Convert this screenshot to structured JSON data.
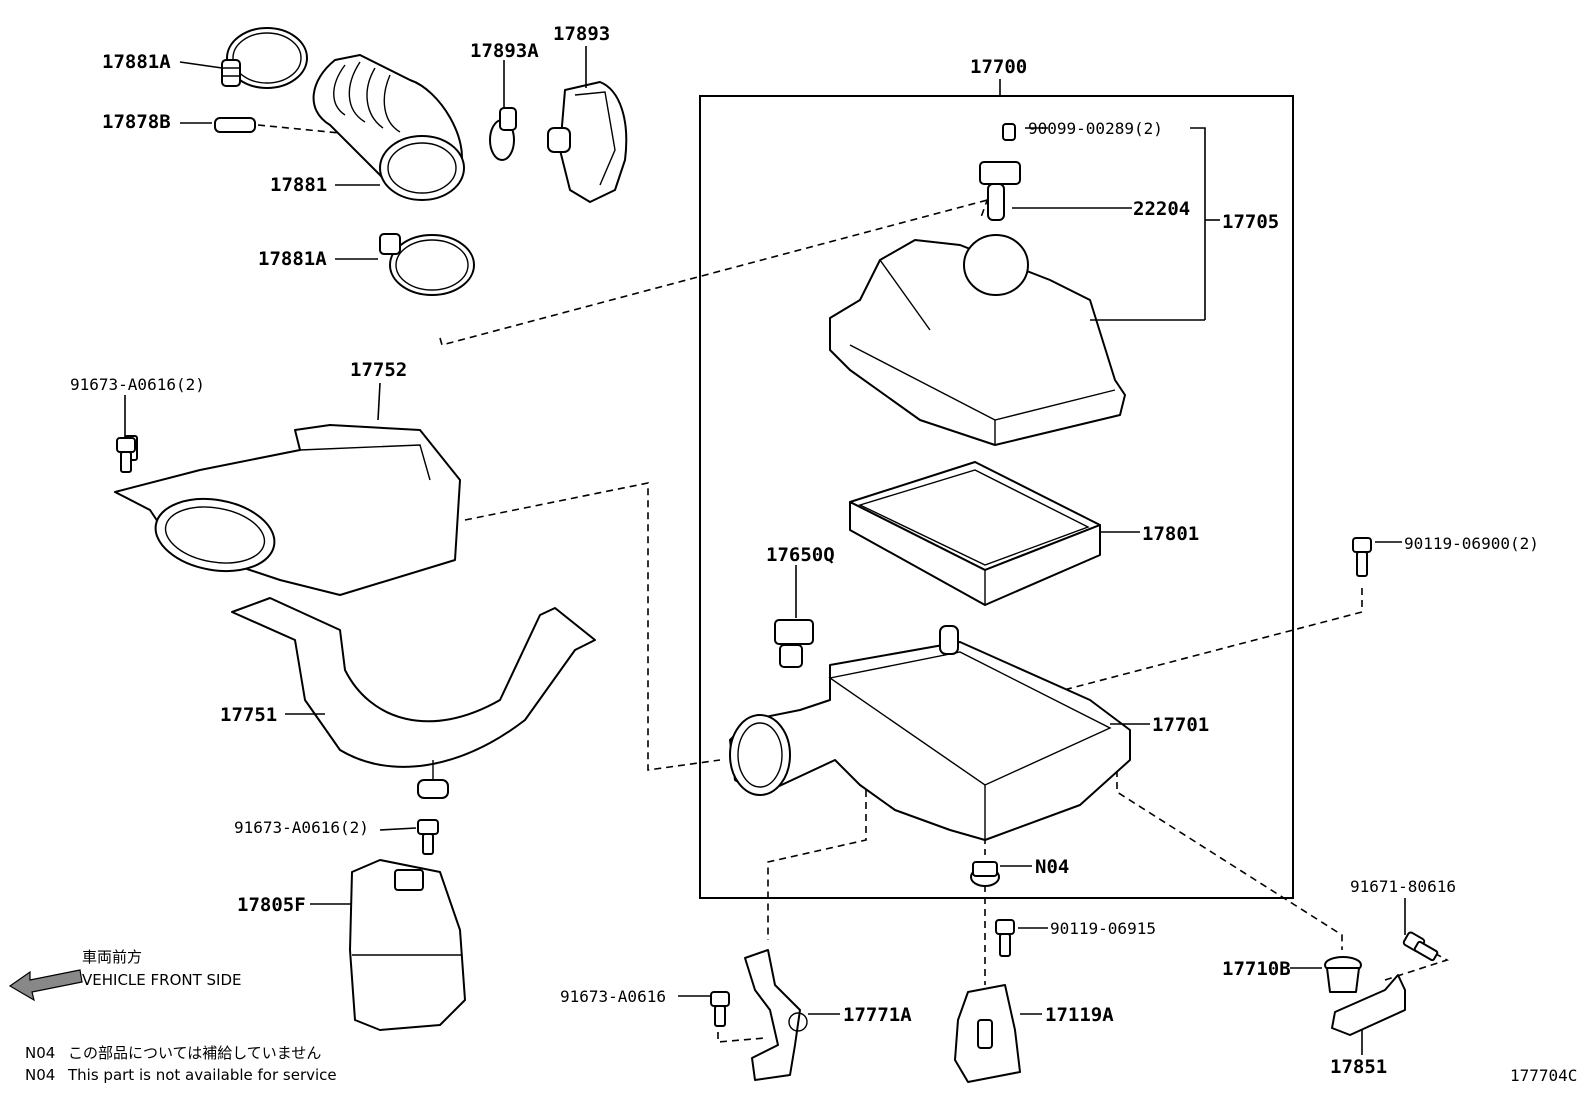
{
  "labels": {
    "p17881A_top": "17881A",
    "p17878B": "17878B",
    "p17881": "17881",
    "p17881A_bottom": "17881A",
    "p17893A": "17893A",
    "p17893": "17893",
    "p17700": "17700",
    "p90099": "90099-00289(2)",
    "p22204": "22204",
    "p17705": "17705",
    "p91673_top": "91673-A0616(2)",
    "p17752": "17752",
    "p17801": "17801",
    "p17650Q": "17650Q",
    "p90119_06900": "90119-06900(2)",
    "p17751": "17751",
    "p17701": "17701",
    "p91673_mid": "91673-A0616(2)",
    "pN04": "N04",
    "p17805F": "17805F",
    "p90119_06915": "90119-06915",
    "p91671": "91671-80616",
    "p17710B": "17710B",
    "p91673_bottom": "91673-A0616",
    "p17771A": "17771A",
    "p17119A": "17119A",
    "p17851": "17851"
  },
  "front_side": {
    "jp": "車両前方",
    "en": "VEHICLE FRONT SIDE"
  },
  "notes": {
    "jp_code": "N04",
    "jp_text": "この部品については補給していません",
    "en_code": "N04",
    "en_text": "This part is not available for service"
  },
  "diagram_code": "177704C"
}
